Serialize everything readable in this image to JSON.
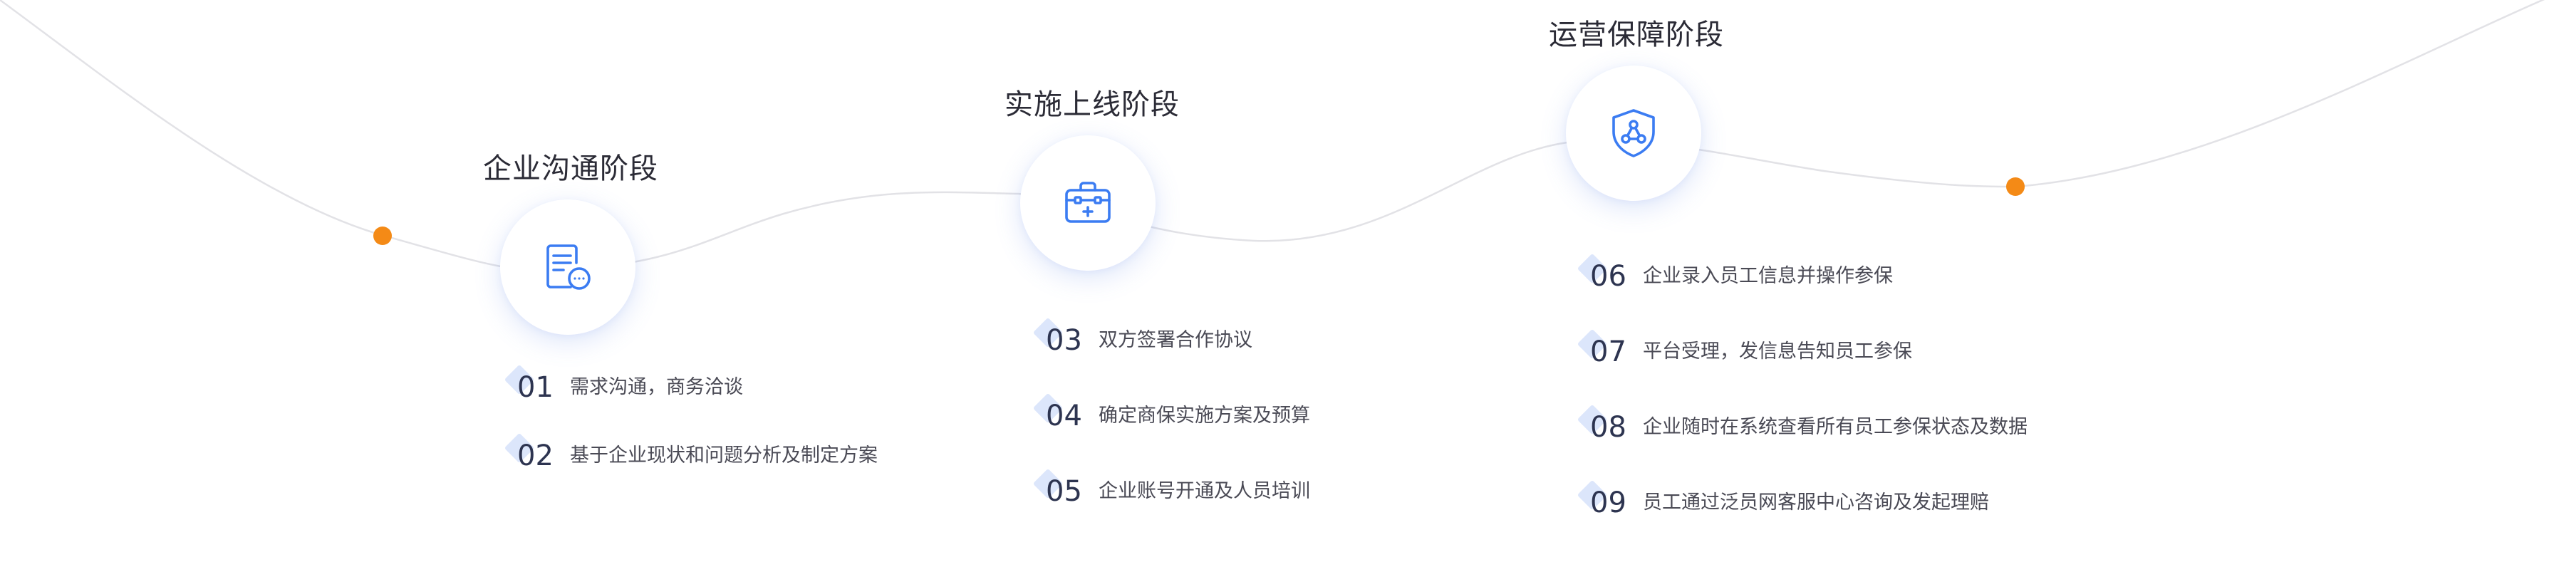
{
  "colors": {
    "accent_dot": "#f48a16",
    "icon_blue": "#3b7cf2",
    "diamond_bg": "#dce6fb",
    "curve": "#e2e2e6"
  },
  "stages": [
    {
      "title": "企业沟通阶段",
      "icon": "document-chat-icon",
      "steps": [
        {
          "num": "01",
          "text": "需求沟通，商务洽谈"
        },
        {
          "num": "02",
          "text": "基于企业现状和问题分析及制定方案"
        }
      ]
    },
    {
      "title": "实施上线阶段",
      "icon": "toolkit-icon",
      "steps": [
        {
          "num": "03",
          "text": "双方签署合作协议"
        },
        {
          "num": "04",
          "text": "确定商保实施方案及预算"
        },
        {
          "num": "05",
          "text": "企业账号开通及人员培训"
        }
      ]
    },
    {
      "title": "运营保障阶段",
      "icon": "shield-network-icon",
      "steps": [
        {
          "num": "06",
          "text": "企业录入员工信息并操作参保"
        },
        {
          "num": "07",
          "text": "平台受理，发信息告知员工参保"
        },
        {
          "num": "08",
          "text": "企业随时在系统查看所有员工参保状态及数据"
        },
        {
          "num": "09",
          "text": "员工通过泛员网客服中心咨询及发起理赔"
        }
      ]
    }
  ]
}
